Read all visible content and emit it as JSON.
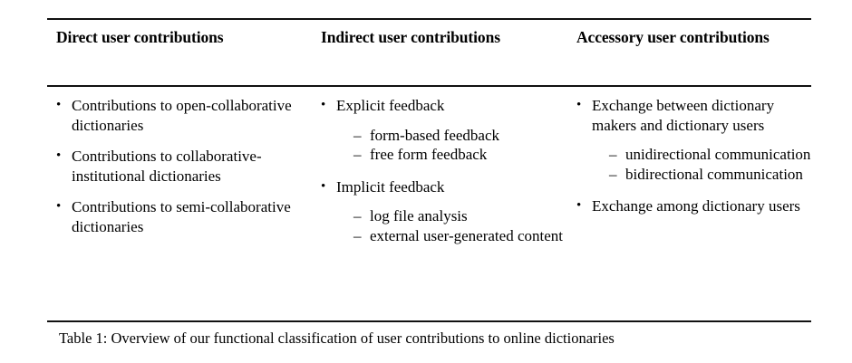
{
  "table": {
    "label": "Table 1",
    "caption": "Table 1: Overview of our functional classification of user contributions to online dictionaries",
    "bullet_marker": "•",
    "dash_marker": "–",
    "rule_color": "#111111",
    "columns": [
      {
        "header": "Direct user contributions",
        "items": [
          {
            "text": "Contributions to open-collaborative dictionaries",
            "sub": []
          },
          {
            "text": "Contributions to collaborative-institutional dictionaries",
            "sub": []
          },
          {
            "text": "Contributions to semi-collaborative dictionaries",
            "sub": []
          }
        ]
      },
      {
        "header": "Indirect user contributions",
        "items": [
          {
            "text": "Explicit feedback",
            "sub": [
              "form-based feedback",
              "free form feedback"
            ]
          },
          {
            "text": "Implicit feedback",
            "sub": [
              "log file analysis",
              "external user-generated content"
            ]
          }
        ]
      },
      {
        "header": "Accessory user contributions",
        "items": [
          {
            "text": "Exchange between dictionary makers and dictionary users",
            "sub": [
              "unidirectional communication",
              "bidirectional communication"
            ]
          },
          {
            "text": "Exchange among dictionary users",
            "sub": []
          }
        ]
      }
    ]
  }
}
